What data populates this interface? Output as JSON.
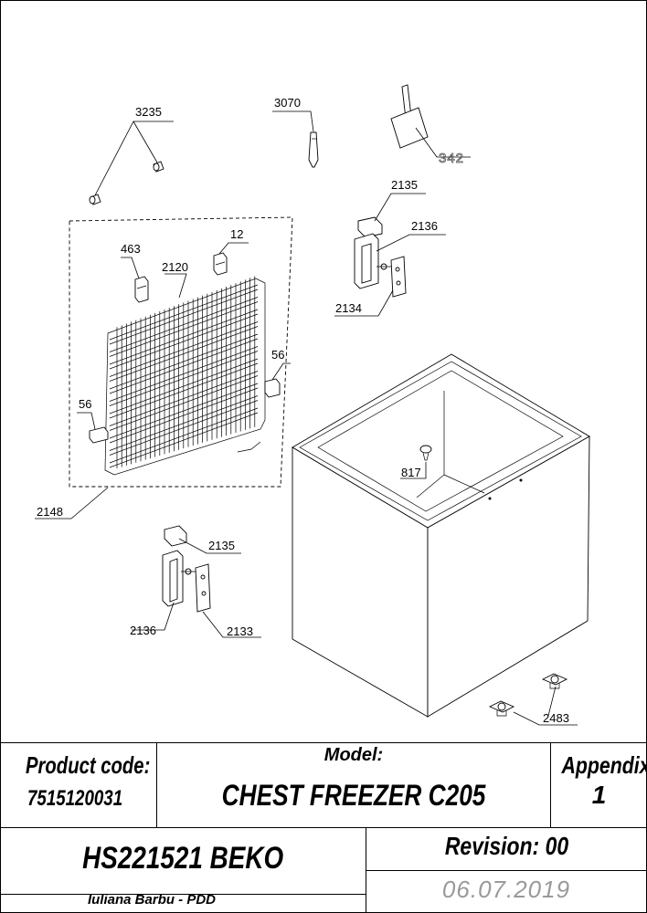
{
  "drawing": {
    "callouts": [
      {
        "id": "c3235",
        "text": "3235"
      },
      {
        "id": "c3070",
        "text": "3070"
      },
      {
        "id": "c342",
        "text": "342"
      },
      {
        "id": "c2135a",
        "text": "2135"
      },
      {
        "id": "c2136a",
        "text": "2136"
      },
      {
        "id": "c2134",
        "text": "2134"
      },
      {
        "id": "c463",
        "text": "463"
      },
      {
        "id": "c12",
        "text": "12"
      },
      {
        "id": "c2120",
        "text": "2120"
      },
      {
        "id": "c56a",
        "text": "56"
      },
      {
        "id": "c56b",
        "text": "56"
      },
      {
        "id": "c817",
        "text": "817"
      },
      {
        "id": "c2148",
        "text": "2148"
      },
      {
        "id": "c2135b",
        "text": "2135"
      },
      {
        "id": "c2136b",
        "text": "2136"
      },
      {
        "id": "c2133",
        "text": "2133"
      },
      {
        "id": "c2483",
        "text": "2483"
      }
    ]
  },
  "title_block": {
    "product_code_label": "Product code:",
    "product_code_value": "7515120031",
    "model_label": "Model:",
    "model_value": "CHEST FREEZER C205",
    "appendix_label": "Appendix:",
    "appendix_value": "1",
    "document_code": "HS221521 BEKO",
    "revision_label": "Revision: 00",
    "author": "Iuliana Barbu - PDD",
    "date": "06.07.2019"
  }
}
